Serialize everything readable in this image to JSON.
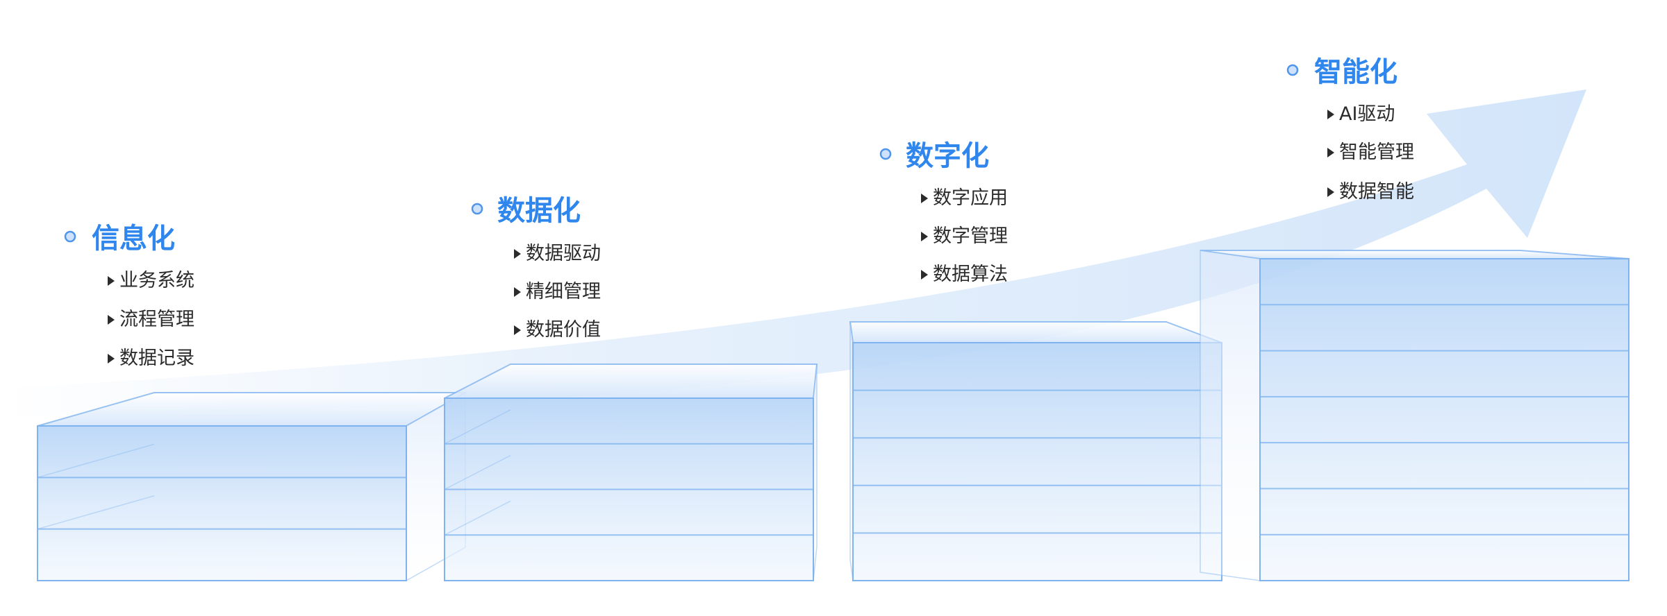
{
  "colors": {
    "accent": "#2f86ec",
    "text": "#2b2b2b",
    "box_line": "#7fb3ef",
    "box_fill": "#bcd8f7",
    "arrow": "#d8e8fa"
  },
  "stages": [
    {
      "title": "信息化",
      "items": [
        "业务系统",
        "流程管理",
        "数据记录"
      ],
      "layers": 3
    },
    {
      "title": "数据化",
      "items": [
        "数据驱动",
        "精细管理",
        "数据价值"
      ],
      "layers": 4
    },
    {
      "title": "数字化",
      "items": [
        "数字应用",
        "数字管理",
        "数据算法"
      ],
      "layers": 5
    },
    {
      "title": "智能化",
      "items": [
        "AI驱动",
        "智能管理",
        "数据智能"
      ],
      "layers": 7
    }
  ]
}
